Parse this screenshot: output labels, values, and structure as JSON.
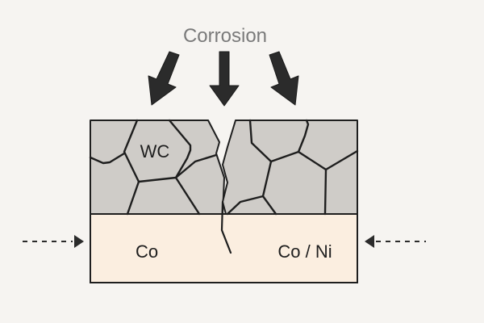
{
  "title": "Corrosion",
  "labels": {
    "grain": "WC",
    "binder_left": "Co",
    "binder_right": "Co / Ni"
  },
  "colors": {
    "background": "#f6f4f1",
    "grain_fill": "#cfccc8",
    "binder_fill": "#fbeee0",
    "stroke": "#1e1e1e",
    "arrow": "#2b2b2b",
    "title_text": "#7a7a7a"
  },
  "arrows": {
    "corrosion_count": 3,
    "side_arrows": [
      "left-inward",
      "right-inward"
    ]
  }
}
